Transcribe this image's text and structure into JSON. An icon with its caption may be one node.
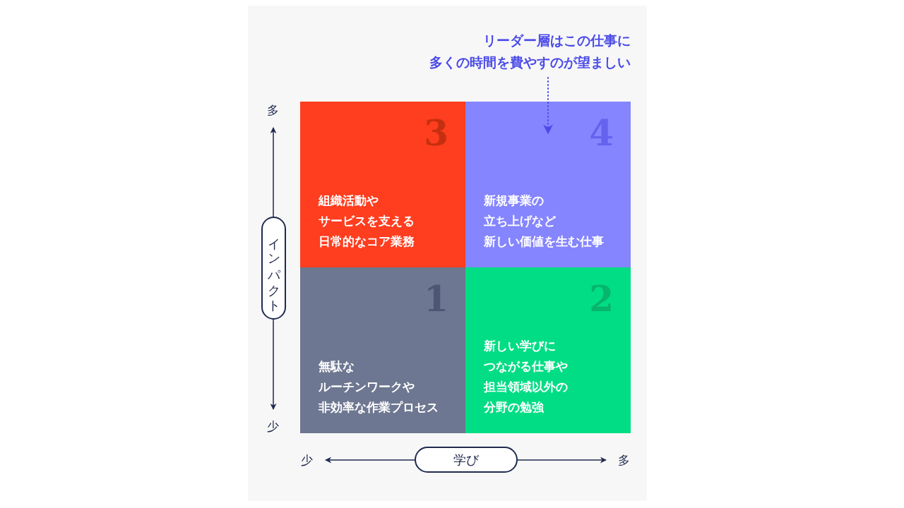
{
  "diagram": {
    "nodes": [
      {
        "text": [
          "リーダー層はこの仕事に多くの時間を費やすのが望ましい"
        ]
      },
      {
        "text": [
          "3",
          "組織活動やサービスを支える日常的なコア業務"
        ]
      },
      {
        "text": [
          "4",
          "新規事業の立ち上げなど新しい価値を生む仕事"
        ]
      },
      {
        "text": [
          "1",
          "無駄なルーチンワークや非効率な作業プロセス"
        ]
      },
      {
        "text": [
          "2",
          "新しい学びにつながる仕事や担当領域以外の分野の勉強"
        ]
      },
      {
        "text": [
          "インパクト"
        ]
      },
      {
        "text": [
          "学び"
        ]
      }
    ],
    "edges": [
      {
        "from": 0,
        "to": 2,
        "arrow": "to",
        "style": "dashed"
      }
    ],
    "labels": [
      "多",
      "少",
      "少",
      "多"
    ]
  }
}
